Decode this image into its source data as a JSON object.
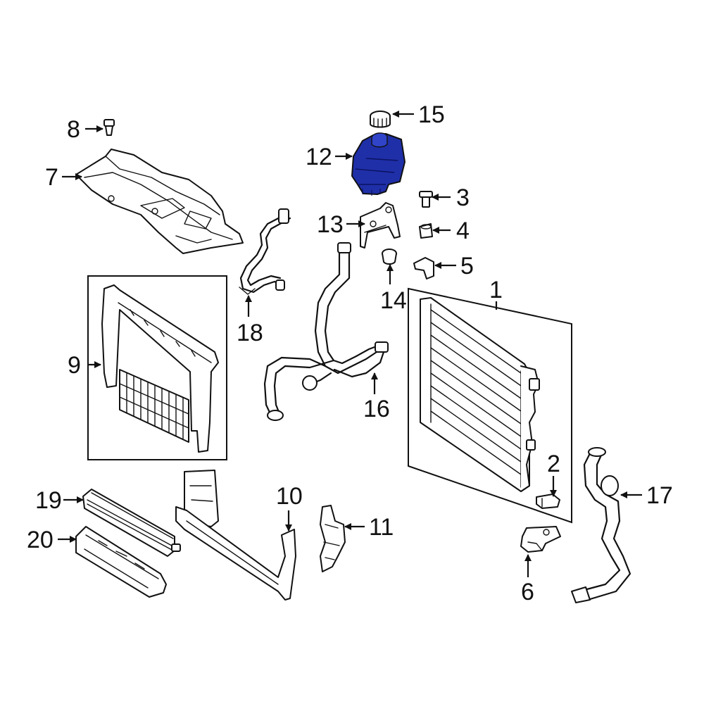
{
  "diagram": {
    "highlight_color": "#1f2fa8",
    "callouts": [
      "1",
      "2",
      "3",
      "4",
      "5",
      "6",
      "7",
      "8",
      "9",
      "10",
      "11",
      "12",
      "13",
      "14",
      "15",
      "16",
      "17",
      "18",
      "19",
      "20"
    ]
  }
}
